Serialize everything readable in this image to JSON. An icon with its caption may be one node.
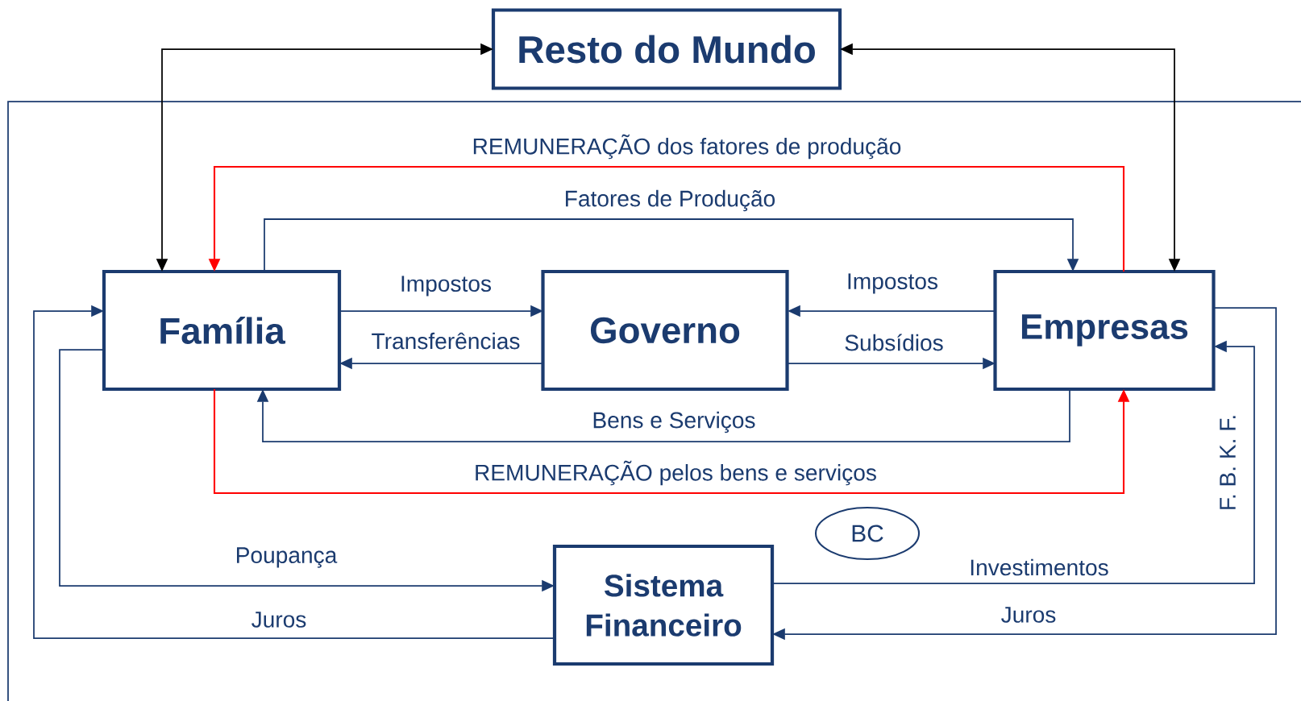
{
  "diagram": {
    "nodes": [
      {
        "text": [
          "Resto do Mundo"
        ]
      },
      {
        "text": [
          "Família"
        ]
      },
      {
        "text": [
          "Governo"
        ]
      },
      {
        "text": [
          "Empresas"
        ]
      },
      {
        "text": [
          "BC"
        ]
      },
      {
        "text": [
          "Sistema Financeiro"
        ]
      }
    ],
    "edges": [
      {
        "from": 1,
        "to": 0,
        "arrow": "both",
        "color": "#000000"
      },
      {
        "from": 3,
        "to": 0,
        "arrow": "both",
        "color": "#000000"
      },
      {
        "from": 3,
        "to": 1,
        "arrow": "to",
        "label": "REMUNERAÇÃO dos fatores de produção",
        "color": "#ff0000"
      },
      {
        "from": 1,
        "to": 3,
        "arrow": "to",
        "label": "Fatores de Produção"
      },
      {
        "from": 1,
        "to": 2,
        "arrow": "to",
        "label": "Impostos"
      },
      {
        "from": 2,
        "to": 1,
        "arrow": "to",
        "label": "Transferências"
      },
      {
        "from": 3,
        "to": 2,
        "arrow": "to",
        "label": "Impostos"
      },
      {
        "from": 2,
        "to": 3,
        "arrow": "to",
        "label": "Subsídios"
      },
      {
        "from": 3,
        "to": 1,
        "arrow": "to",
        "label": "Bens e Serviços"
      },
      {
        "from": 1,
        "to": 3,
        "arrow": "to",
        "label": "REMUNERAÇÃO pelos bens e serviços",
        "color": "#ff0000"
      },
      {
        "from": 1,
        "to": 5,
        "arrow": "to",
        "label": "Poupança"
      },
      {
        "from": 5,
        "to": 1,
        "arrow": "to",
        "label": "Juros"
      },
      {
        "from": 5,
        "to": 3,
        "arrow": "to",
        "label": "Investimentos"
      },
      {
        "from": 3,
        "to": 5,
        "arrow": "to",
        "label": "Juros"
      }
    ],
    "labels": [
      "F. B. K. F."
    ]
  }
}
